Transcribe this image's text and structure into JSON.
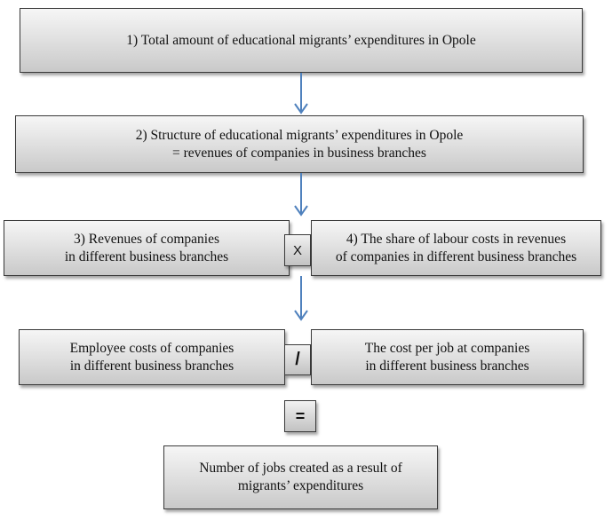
{
  "diagram": {
    "box1": {
      "line1": "1) Total amount of educational migrants’ expenditures in Opole"
    },
    "box2": {
      "line1": "2) Structure of educational migrants’ expenditures in Opole",
      "line2": "= revenues of companies in business branches"
    },
    "box3": {
      "line1": "3) Revenues of companies",
      "line2": "in different business branches"
    },
    "box4": {
      "line1": "4) The share of labour costs in revenues",
      "line2": "of companies in different business branches"
    },
    "box5": {
      "line1": "Employee costs of companies",
      "line2": "in different business branches"
    },
    "box6": {
      "line1": "The cost per job at companies",
      "line2": "in different business branches"
    },
    "box7": {
      "line1": "Number of jobs created as a result of",
      "line2": "migrants’ expenditures"
    },
    "operators": {
      "multiply": "X",
      "divide": "/",
      "equals": "="
    },
    "colors": {
      "arrow": "#4f81bd",
      "border": "#3a3a3a"
    }
  }
}
